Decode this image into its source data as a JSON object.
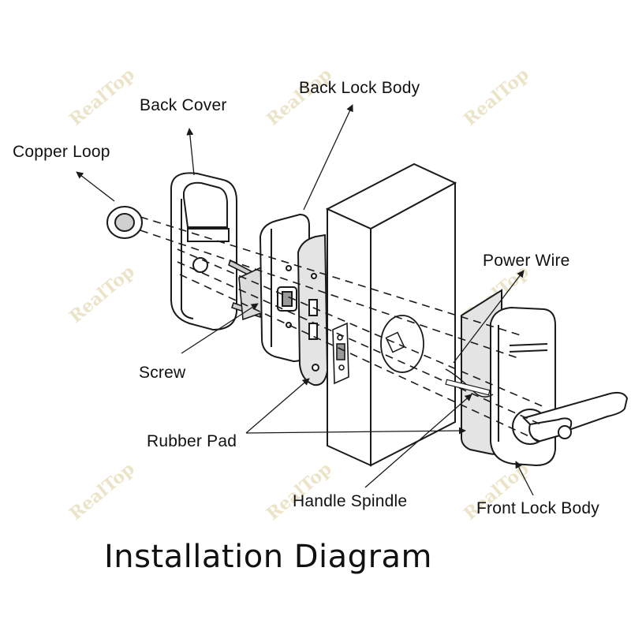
{
  "title": "Installation Diagram",
  "watermark": "RealTop",
  "labels": {
    "copper_loop": "Copper Loop",
    "back_cover": "Back Cover",
    "back_lock_body": "Back Lock Body",
    "power_wire": "Power Wire",
    "screw": "Screw",
    "rubber_pad": "Rubber Pad",
    "handle_spindle": "Handle Spindle",
    "front_lock_body": "Front Lock Body"
  },
  "colors": {
    "line": "#1a1a1a",
    "pad_fill": "#e4e4e4",
    "watermark": "#ece4c8"
  }
}
